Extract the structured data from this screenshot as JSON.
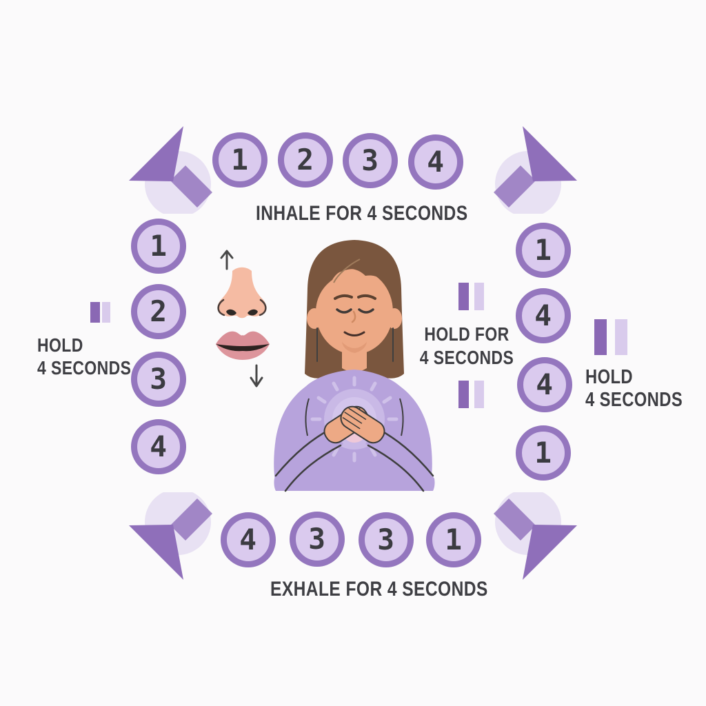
{
  "diagram": {
    "name": "box-breathing-exercise",
    "background": "#FBFAFB",
    "colors": {
      "circle_ring": "#9476BE",
      "circle_fill": "#DACAEE",
      "digit": "#3B3B41",
      "corner_arrow": "#8F6FBA",
      "corner_circle": "#E8E1F3",
      "pause_dark": "#8A68B4",
      "pause_light": "#D9CBEC",
      "label_text": "#3E3E43",
      "shirt": "#B7A3DC",
      "skin": "#EDA985",
      "hair": "#7A563E"
    },
    "steps": {
      "top": {
        "label": "INHALE FOR 4 SECONDS",
        "counts": [
          "1",
          "2",
          "3",
          "4"
        ]
      },
      "right_inner": {
        "label_line1": "HOLD FOR",
        "label_line2": "4 SECONDS",
        "counts": [
          "1",
          "4",
          "4",
          "1"
        ]
      },
      "bottom": {
        "label": "EXHALE FOR 4 SECONDS",
        "counts": [
          "4",
          "3",
          "3",
          "1"
        ]
      },
      "left": {
        "label_line1": "HOLD",
        "label_line2": "4 SECONDS",
        "counts": [
          "1",
          "2",
          "3",
          "4"
        ]
      },
      "right_outer": {
        "label_line1": "HOLD",
        "label_line2": "4 SECONDS"
      }
    }
  }
}
